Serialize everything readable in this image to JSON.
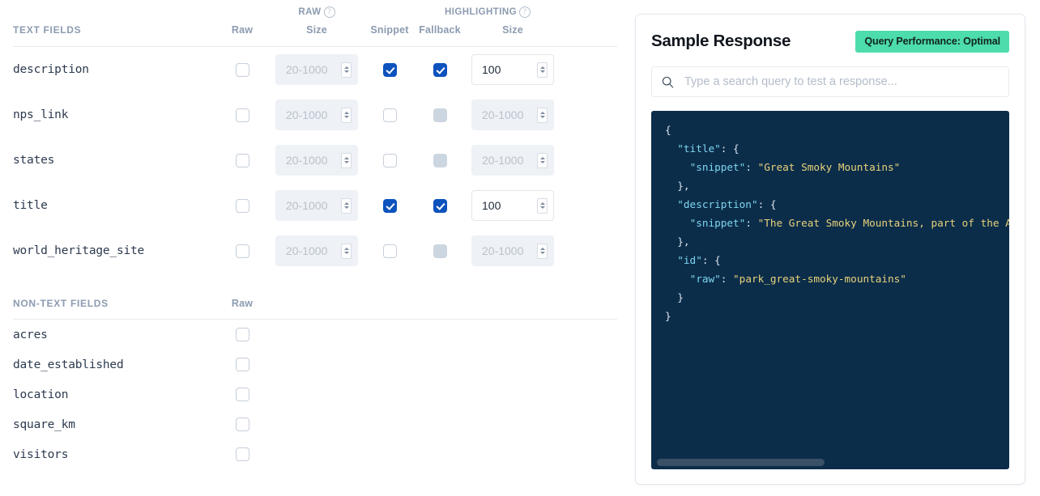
{
  "field_table": {
    "group_headers": [
      {
        "label": "RAW",
        "help_icon": "question-circle-icon"
      },
      {
        "label": "HIGHLIGHTING",
        "help_icon": "question-circle-icon"
      }
    ],
    "text_section": {
      "title": "TEXT FIELDS",
      "columns": [
        "Raw",
        "Size",
        "Snippet",
        "Fallback",
        "Size"
      ],
      "size_placeholder": "20-1000",
      "rows": [
        {
          "name": "description",
          "raw": false,
          "raw_size": "",
          "raw_size_enabled": false,
          "snippet": true,
          "fallback": true,
          "fallback_enabled": true,
          "hl_size": "100",
          "hl_size_enabled": true
        },
        {
          "name": "nps_link",
          "raw": false,
          "raw_size": "",
          "raw_size_enabled": false,
          "snippet": false,
          "fallback": false,
          "fallback_enabled": false,
          "hl_size": "",
          "hl_size_enabled": false
        },
        {
          "name": "states",
          "raw": false,
          "raw_size": "",
          "raw_size_enabled": false,
          "snippet": false,
          "fallback": false,
          "fallback_enabled": false,
          "hl_size": "",
          "hl_size_enabled": false
        },
        {
          "name": "title",
          "raw": false,
          "raw_size": "",
          "raw_size_enabled": false,
          "snippet": true,
          "fallback": true,
          "fallback_enabled": true,
          "hl_size": "100",
          "hl_size_enabled": true
        },
        {
          "name": "world_heritage_site",
          "raw": false,
          "raw_size": "",
          "raw_size_enabled": false,
          "snippet": false,
          "fallback": false,
          "fallback_enabled": false,
          "hl_size": "",
          "hl_size_enabled": false
        }
      ]
    },
    "nontext_section": {
      "title": "NON-TEXT FIELDS",
      "columns": [
        "Raw"
      ],
      "rows": [
        {
          "name": "acres",
          "raw": false
        },
        {
          "name": "date_established",
          "raw": false
        },
        {
          "name": "location",
          "raw": false
        },
        {
          "name": "square_km",
          "raw": false
        },
        {
          "name": "visitors",
          "raw": false
        }
      ]
    }
  },
  "response_panel": {
    "title": "Sample Response",
    "badge": "Query Performance: Optimal",
    "badge_color": "#4ddcab",
    "search": {
      "placeholder": "Type a search query to test a response...",
      "value": "",
      "icon": "search-icon"
    },
    "code": {
      "background": "#0b2d4a",
      "key_color": "#7fd6ef",
      "string_color": "#e8d27a",
      "punct_color": "#dbe4ee",
      "lines": [
        "{",
        "  \"title\": {",
        "    \"snippet\": \"Great Smoky Mountains\"",
        "  },",
        "  \"description\": {",
        "    \"snippet\": \"The Great Smoky Mountains, part of the Appa",
        "  },",
        "  \"id\": {",
        "    \"raw\": \"park_great-smoky-mountains\"",
        "  }",
        "}"
      ],
      "scrollbar": "horizontal"
    }
  }
}
